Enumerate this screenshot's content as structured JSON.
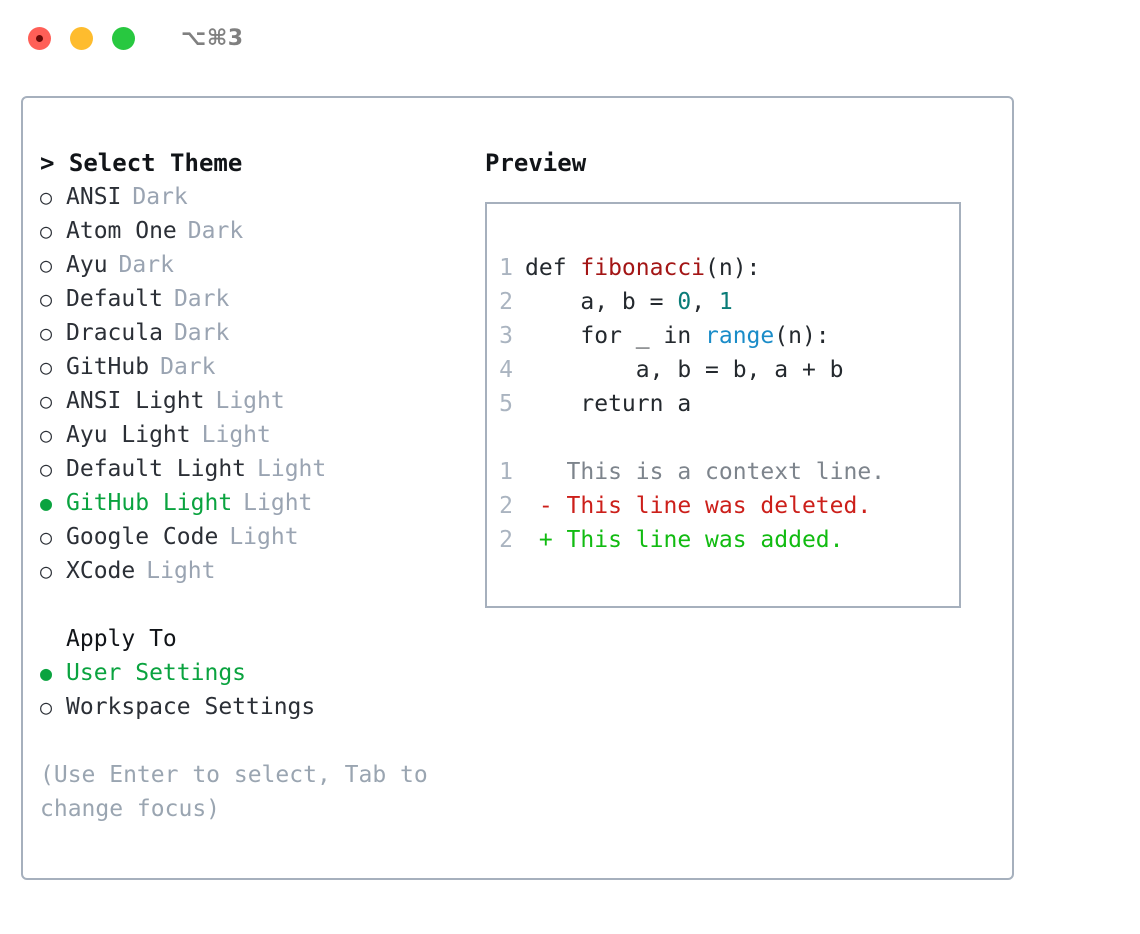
{
  "window": {
    "shortcut": "⌥⌘3",
    "controls": [
      {
        "name": "close",
        "color": "#ff5f57"
      },
      {
        "name": "minimize",
        "color": "#febc2e"
      },
      {
        "name": "maximize",
        "color": "#28c840"
      }
    ]
  },
  "theme_list": {
    "heading": "> Select Theme",
    "selected_bullet": "●",
    "unselected_bullet": "○",
    "items": [
      {
        "label": "ANSI",
        "badge": "Dark",
        "selected": false
      },
      {
        "label": "Atom One",
        "badge": "Dark",
        "selected": false
      },
      {
        "label": "Ayu",
        "badge": "Dark",
        "selected": false
      },
      {
        "label": "Default",
        "badge": "Dark",
        "selected": false
      },
      {
        "label": "Dracula",
        "badge": "Dark",
        "selected": false
      },
      {
        "label": "GitHub",
        "badge": "Dark",
        "selected": false
      },
      {
        "label": "ANSI Light",
        "badge": "Light",
        "selected": false
      },
      {
        "label": "Ayu Light",
        "badge": "Light",
        "selected": false
      },
      {
        "label": "Default Light",
        "badge": "Light",
        "selected": false
      },
      {
        "label": "GitHub Light",
        "badge": "Light",
        "selected": true
      },
      {
        "label": "Google Code",
        "badge": "Light",
        "selected": false
      },
      {
        "label": "XCode",
        "badge": "Light",
        "selected": false
      }
    ]
  },
  "apply_to": {
    "heading": "Apply To",
    "items": [
      {
        "label": "User Settings",
        "selected": true
      },
      {
        "label": "Workspace Settings",
        "selected": false
      }
    ]
  },
  "hint": "(Use Enter to select, Tab to change focus)",
  "preview": {
    "title": "Preview",
    "code_lines": [
      {
        "no": "1",
        "tokens": [
          {
            "t": "def ",
            "c": "kw"
          },
          {
            "t": "fibonacci",
            "c": "fn"
          },
          {
            "t": "(n):",
            "c": "plain"
          }
        ]
      },
      {
        "no": "2",
        "tokens": [
          {
            "t": "    a, b = ",
            "c": "plain"
          },
          {
            "t": "0",
            "c": "num"
          },
          {
            "t": ", ",
            "c": "plain"
          },
          {
            "t": "1",
            "c": "num"
          }
        ]
      },
      {
        "no": "3",
        "tokens": [
          {
            "t": "    for _ in ",
            "c": "plain"
          },
          {
            "t": "range",
            "c": "call"
          },
          {
            "t": "(n):",
            "c": "plain"
          }
        ]
      },
      {
        "no": "4",
        "tokens": [
          {
            "t": "        a, b = b, a + b",
            "c": "plain"
          }
        ]
      },
      {
        "no": "5",
        "tokens": [
          {
            "t": "    return a",
            "c": "plain"
          }
        ]
      }
    ],
    "diff_lines": [
      {
        "no": "1",
        "marker": "  ",
        "text": "This is a context line.",
        "kind": "context"
      },
      {
        "no": "2",
        "marker": "- ",
        "text": "This line was deleted.",
        "kind": "del"
      },
      {
        "no": "2",
        "marker": "+ ",
        "text": "This line was added.",
        "kind": "add"
      }
    ]
  },
  "colors": {
    "accent_green": "#0aa33f",
    "border": "#a6b0bd",
    "muted": "#9aa4b2",
    "hint": "#9aa5b1",
    "lineno": "#aab4c0",
    "syntax_function": "#a31515",
    "syntax_number": "#0a7c78",
    "syntax_call": "#1a8cc8",
    "diff_delete": "#cc1f1a",
    "diff_add": "#11bb11",
    "diff_context": "#7d848c"
  }
}
